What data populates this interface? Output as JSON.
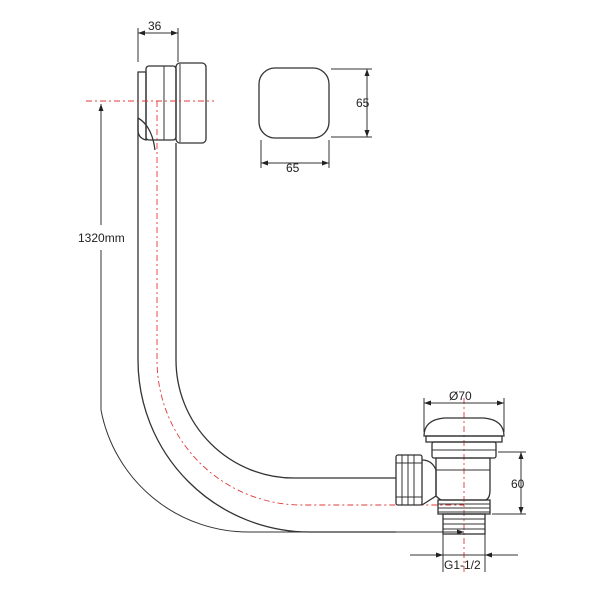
{
  "dimensions": {
    "overflow_width": "36",
    "cap_height": "65",
    "cap_width": "65",
    "pipe_length": "1320mm",
    "waste_diameter": "Ø70",
    "waste_height": "60",
    "thread": "G1-1/2"
  },
  "colors": {
    "outline": "#333333",
    "centerline": "#e03a3a"
  }
}
